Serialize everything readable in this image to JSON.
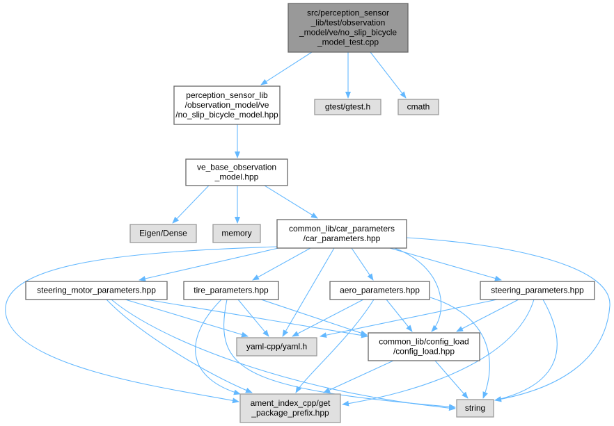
{
  "graph": {
    "title": "Include dependency graph",
    "nodes": {
      "root": {
        "lines": [
          "src/perception_sensor",
          "_lib/test/observation",
          "_model/ve/no_slip_bicycle",
          "_model_test.cpp"
        ]
      },
      "nsbm": {
        "lines": [
          "perception_sensor_lib",
          "/observation_model/ve",
          "/no_slip_bicycle_model.hpp"
        ]
      },
      "gtest": {
        "lines": [
          "gtest/gtest.h"
        ]
      },
      "cmath": {
        "lines": [
          "cmath"
        ]
      },
      "ve_base": {
        "lines": [
          "ve_base_observation",
          "_model.hpp"
        ]
      },
      "eigen": {
        "lines": [
          "Eigen/Dense"
        ]
      },
      "memory": {
        "lines": [
          "memory"
        ]
      },
      "car": {
        "lines": [
          "common_lib/car_parameters",
          "/car_parameters.hpp"
        ]
      },
      "steering_motor": {
        "lines": [
          "steering_motor_parameters.hpp"
        ]
      },
      "tire": {
        "lines": [
          "tire_parameters.hpp"
        ]
      },
      "aero": {
        "lines": [
          "aero_parameters.hpp"
        ]
      },
      "steering": {
        "lines": [
          "steering_parameters.hpp"
        ]
      },
      "yaml": {
        "lines": [
          "yaml-cpp/yaml.h"
        ]
      },
      "config": {
        "lines": [
          "common_lib/config_load",
          "/config_load.hpp"
        ]
      },
      "ament": {
        "lines": [
          "ament_index_cpp/get",
          "_package_prefix.hpp"
        ]
      },
      "string": {
        "lines": [
          "string"
        ]
      }
    },
    "edges": [
      [
        "root",
        "nsbm"
      ],
      [
        "root",
        "gtest"
      ],
      [
        "root",
        "cmath"
      ],
      [
        "nsbm",
        "ve_base"
      ],
      [
        "ve_base",
        "eigen"
      ],
      [
        "ve_base",
        "memory"
      ],
      [
        "ve_base",
        "car"
      ],
      [
        "car",
        "steering_motor"
      ],
      [
        "car",
        "tire"
      ],
      [
        "car",
        "aero"
      ],
      [
        "car",
        "steering"
      ],
      [
        "car",
        "yaml"
      ],
      [
        "car",
        "config"
      ],
      [
        "car",
        "ament"
      ],
      [
        "car",
        "string"
      ],
      [
        "steering_motor",
        "yaml"
      ],
      [
        "steering_motor",
        "config"
      ],
      [
        "steering_motor",
        "ament"
      ],
      [
        "steering_motor",
        "string"
      ],
      [
        "tire",
        "yaml"
      ],
      [
        "tire",
        "config"
      ],
      [
        "tire",
        "ament"
      ],
      [
        "tire",
        "string"
      ],
      [
        "aero",
        "yaml"
      ],
      [
        "aero",
        "config"
      ],
      [
        "aero",
        "ament"
      ],
      [
        "aero",
        "string"
      ],
      [
        "steering",
        "yaml"
      ],
      [
        "steering",
        "config"
      ],
      [
        "steering",
        "ament"
      ],
      [
        "steering",
        "string"
      ],
      [
        "config",
        "ament"
      ],
      [
        "config",
        "string"
      ]
    ],
    "colors": {
      "edge": "#63b8ff",
      "root_fill": "#999999",
      "system_fill": "#e0e0e0"
    }
  }
}
